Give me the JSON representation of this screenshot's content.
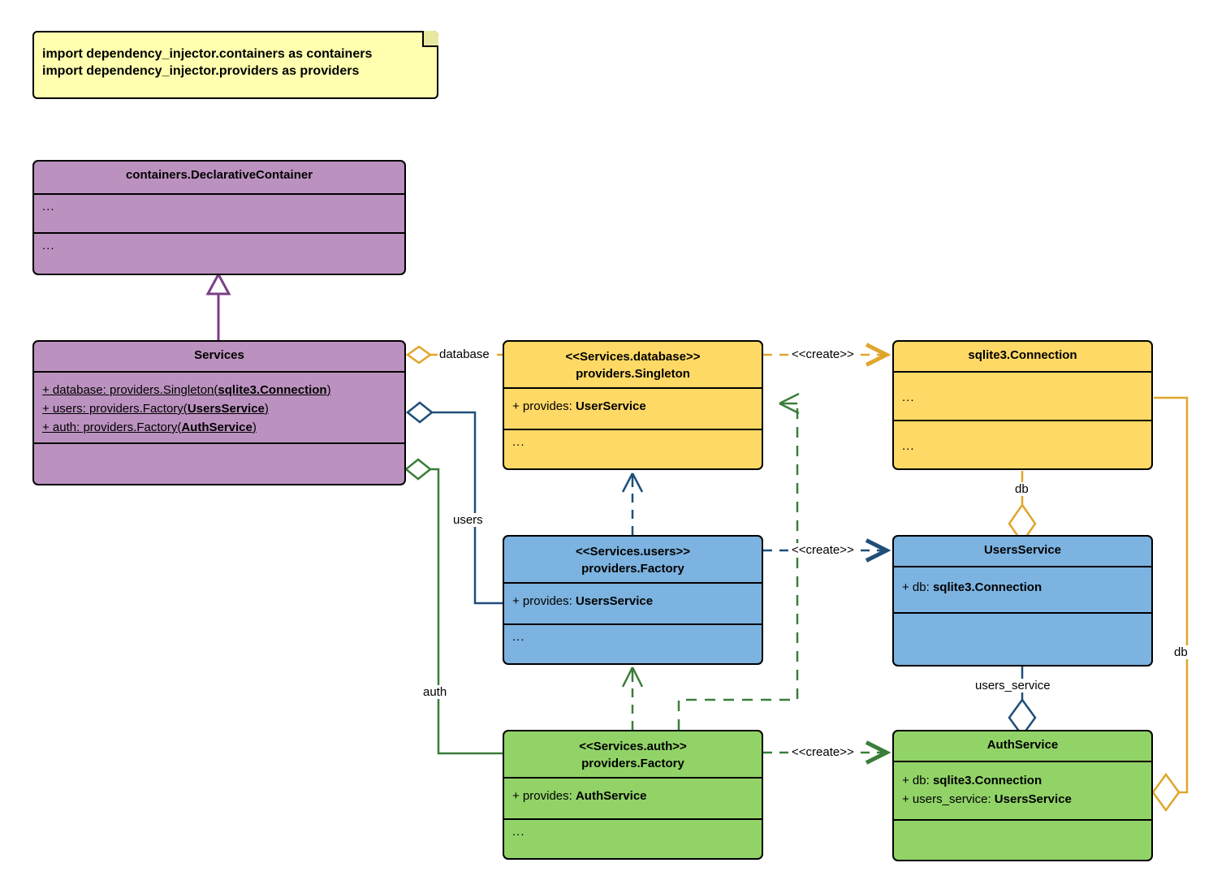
{
  "diagram": {
    "title": "dependency_injector Services container UML class diagram",
    "colors": {
      "note_fill": "#ffffaf",
      "container_fill": "#bb92bf",
      "singleton_fill": "#ffd966",
      "users_fill": "#7cb3e0",
      "auth_fill": "#92d368",
      "purple_edge": "#7b3f86",
      "orange_edge": "#e0a62b",
      "blue_edge": "#1f4e79",
      "green_edge": "#3a7d3a",
      "stroke": "#000000"
    }
  },
  "note": {
    "lines": [
      "import dependency_injector.containers as containers",
      "import dependency_injector.providers as providers"
    ]
  },
  "classes": {
    "declarative_container": {
      "title": "containers.DeclarativeContainer",
      "attributes_placeholder": "...",
      "methods_placeholder": "..."
    },
    "services": {
      "title": "Services",
      "attributes": [
        {
          "prefix": "+ database: providers.Singleton(",
          "bold": "sqlite3.Connection",
          "suffix": ")"
        },
        {
          "prefix": "+ users: providers.Factory(",
          "bold": "UsersService",
          "suffix": ")"
        },
        {
          "prefix": "+ auth: providers.Factory(",
          "bold": "AuthService",
          "suffix": ")"
        }
      ],
      "methods_placeholder": ""
    },
    "services_database": {
      "stereotype": "<<Services.database>>",
      "title": "providers.Singleton",
      "attribute": {
        "prefix": "+ provides: ",
        "bold": "UserService"
      },
      "methods_placeholder": "..."
    },
    "services_users": {
      "stereotype": "<<Services.users>>",
      "title": "providers.Factory",
      "attribute": {
        "prefix": "+ provides: ",
        "bold": "UsersService"
      },
      "methods_placeholder": "..."
    },
    "services_auth": {
      "stereotype": "<<Services.auth>>",
      "title": "providers.Factory",
      "attribute": {
        "prefix": "+ provides: ",
        "bold": "AuthService"
      },
      "methods_placeholder": "..."
    },
    "sqlite3_connection": {
      "title": "sqlite3.Connection",
      "attributes_placeholder": "...",
      "methods_placeholder": "..."
    },
    "users_service": {
      "title": "UsersService",
      "attribute": {
        "prefix": "+ db: ",
        "bold": "sqlite3.Connection"
      },
      "methods_placeholder": ""
    },
    "auth_service": {
      "title": "AuthService",
      "attributes": [
        {
          "prefix": "+ db: ",
          "bold": "sqlite3.Connection"
        },
        {
          "prefix": "+ users_service: ",
          "bold": "UsersService"
        }
      ],
      "methods_placeholder": ""
    }
  },
  "edges": {
    "database_label": "database",
    "users_label": "users",
    "auth_label": "auth",
    "create_database_label": "<<create>>",
    "create_users_label": "<<create>>",
    "create_auth_label": "<<create>>",
    "db_users_label": "db",
    "db_auth_label": "db",
    "users_service_label": "users_service"
  }
}
